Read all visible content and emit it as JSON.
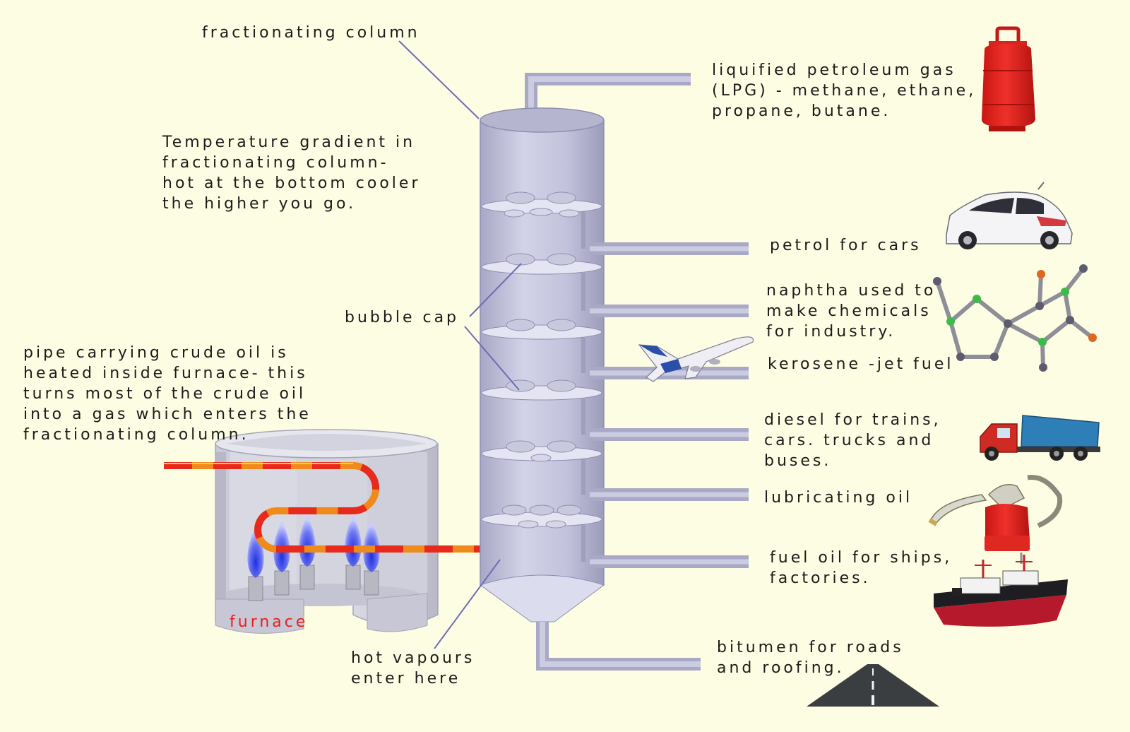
{
  "title": "",
  "colors": {
    "background": "#fdfde3",
    "column": "#c3c3dd",
    "text": "#1b1b1b",
    "furnace_label": "#e8201c",
    "hot_pipe": "#f7a11a",
    "flame": "#4a52e8"
  },
  "labels": {
    "fractionating_column": "fractionating column",
    "temperature_gradient": [
      "Temperature gradient in",
      "fractionating column-",
      "hot at the bottom cooler",
      "the higher you go."
    ],
    "bubble_cap": "bubble cap",
    "pipe_description": [
      "pipe carrying crude oil is",
      "heated inside furnace- this",
      "turns  most of the crude oil",
      "into a gas which enters the",
      "fractionating column."
    ],
    "furnace": "furnace",
    "hot_vapours": [
      "hot vapours",
      "enter here"
    ]
  },
  "fractions": {
    "lpg": [
      "liquified petroleum gas",
      "(LPG) - methane, ethane,",
      "propane, butane."
    ],
    "petrol": [
      "petrol for cars"
    ],
    "naphtha": [
      "naphtha used to",
      "make chemicals",
      "for industry."
    ],
    "kerosene": [
      "kerosene -jet fuel"
    ],
    "diesel": [
      "diesel for trains,",
      "cars. trucks and",
      "buses."
    ],
    "lubricating_oil": [
      "lubricating oil"
    ],
    "fuel_oil": [
      "fuel oil for ships,",
      "factories."
    ],
    "bitumen": [
      "bitumen for roads",
      "and roofing."
    ]
  },
  "icons": {
    "gas_cylinder": "gas-cylinder-icon",
    "car": "car-icon",
    "molecule": "molecule-icon",
    "airplane": "airplane-icon",
    "truck": "truck-icon",
    "oil_can": "oil-can-icon",
    "ship": "ship-icon",
    "road": "road-icon"
  }
}
